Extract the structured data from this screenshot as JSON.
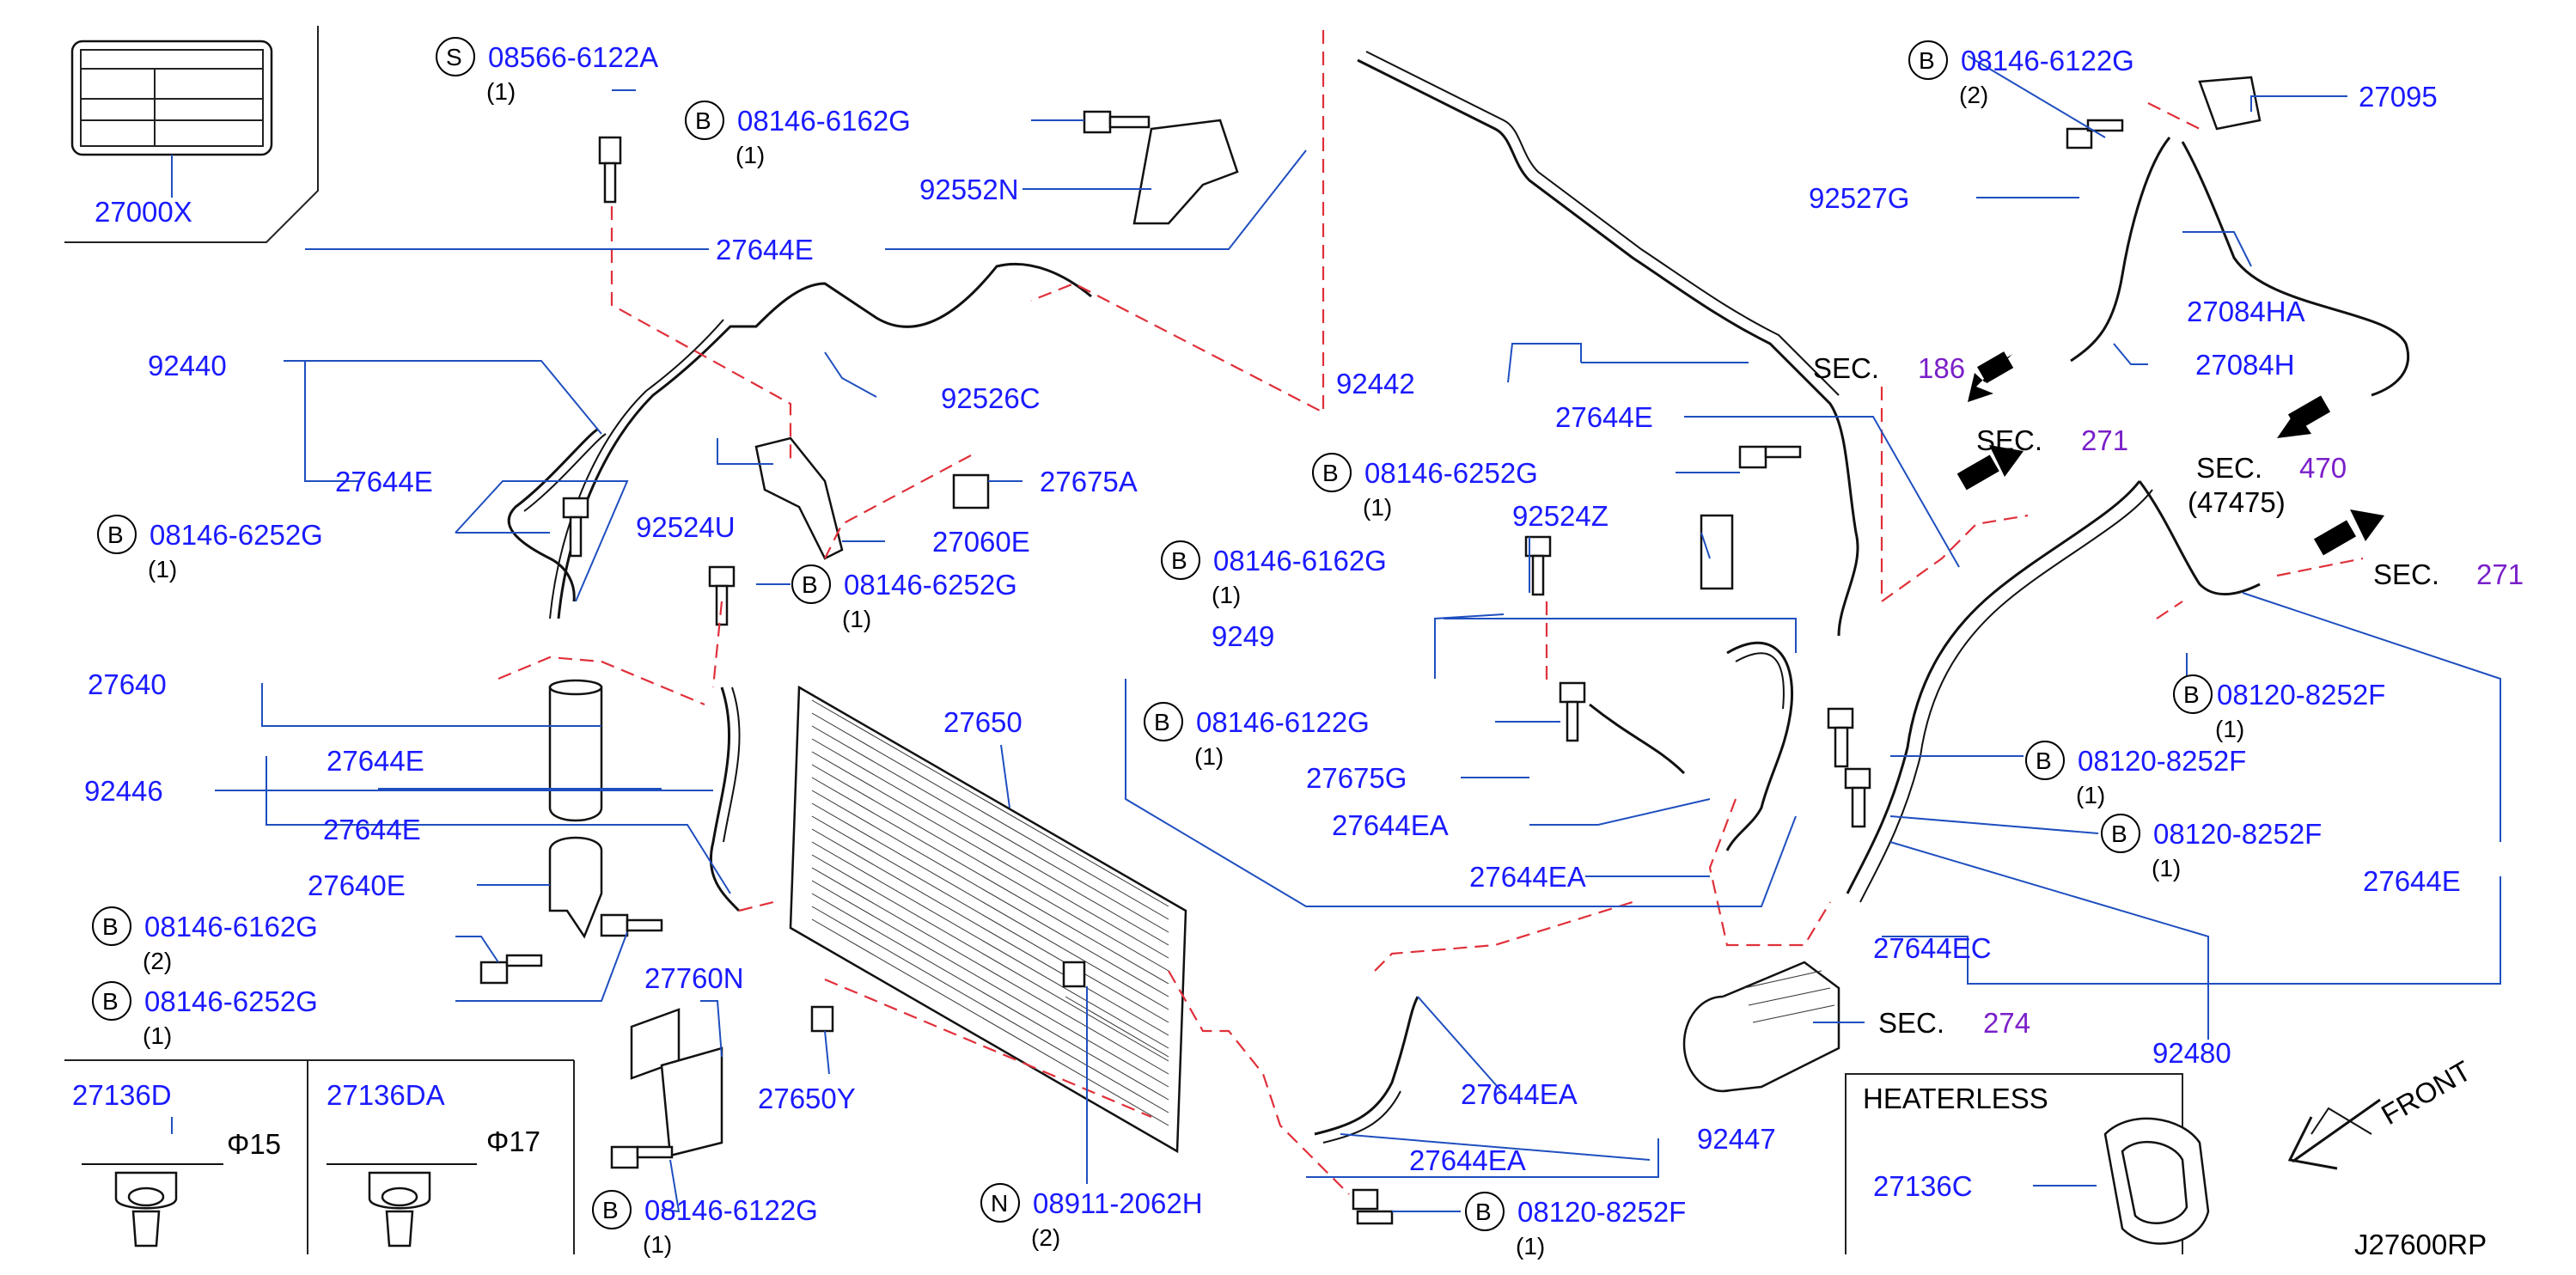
{
  "diagram_id": "J27600RP",
  "front_label": "FRONT",
  "heaterless_label": "HEATERLESS",
  "callouts": [
    {
      "id": "c-27000x",
      "part": "27000X"
    },
    {
      "id": "c-08566-6122a",
      "badge": "S",
      "part": "08566-6122A",
      "qty": "(1)"
    },
    {
      "id": "c-08146-6162g-top",
      "badge": "B",
      "part": "08146-6162G",
      "qty": "(1)"
    },
    {
      "id": "c-92552n",
      "part": "92552N"
    },
    {
      "id": "c-27644e-top",
      "part": "27644E"
    },
    {
      "id": "c-92440",
      "part": "92440"
    },
    {
      "id": "c-92526c",
      "part": "92526C"
    },
    {
      "id": "c-27644e-left",
      "part": "27644E"
    },
    {
      "id": "c-27675a",
      "part": "27675A"
    },
    {
      "id": "c-08146-6252g-left",
      "badge": "B",
      "part": "08146-6252G",
      "qty": "(1)"
    },
    {
      "id": "c-92524u",
      "part": "92524U"
    },
    {
      "id": "c-27060e",
      "part": "27060E"
    },
    {
      "id": "c-08146-6252g-mid",
      "badge": "B",
      "part": "08146-6252G",
      "qty": "(1)"
    },
    {
      "id": "c-27640",
      "part": "27640"
    },
    {
      "id": "c-27650",
      "part": "27650"
    },
    {
      "id": "c-27644e-92446a",
      "part": "27644E"
    },
    {
      "id": "c-92446",
      "part": "92446"
    },
    {
      "id": "c-27644e-92446b",
      "part": "27644E"
    },
    {
      "id": "c-27640e",
      "part": "27640E"
    },
    {
      "id": "c-08146-6162g-left",
      "badge": "B",
      "part": "08146-6162G",
      "qty": "(2)"
    },
    {
      "id": "c-08146-6252g-low",
      "badge": "B",
      "part": "08146-6252G",
      "qty": "(1)"
    },
    {
      "id": "c-27760n",
      "part": "27760N"
    },
    {
      "id": "c-27650y",
      "part": "27650Y"
    },
    {
      "id": "c-08146-6122g-bottom",
      "badge": "B",
      "part": "08146-6122G",
      "qty": "(1)"
    },
    {
      "id": "c-08911-2062h",
      "badge": "N",
      "part": "08911-2062H",
      "qty": "(2)"
    },
    {
      "id": "c-27136d",
      "part": "27136D",
      "dim": "Φ15"
    },
    {
      "id": "c-27136da",
      "part": "27136DA",
      "dim": "Φ17"
    },
    {
      "id": "c-92442",
      "part": "92442"
    },
    {
      "id": "c-27644e-mid",
      "part": "27644E"
    },
    {
      "id": "c-08146-6252g-right",
      "badge": "B",
      "part": "08146-6252G",
      "qty": "(1)"
    },
    {
      "id": "c-92524z",
      "part": "92524Z"
    },
    {
      "id": "c-08146-6162g-mid",
      "badge": "B",
      "part": "08146-6162G",
      "qty": "(1)"
    },
    {
      "id": "c-92490",
      "part": "9249"
    },
    {
      "id": "c-08146-6122g-mid",
      "badge": "B",
      "part": "08146-6122G",
      "qty": "(1)"
    },
    {
      "id": "c-27675g",
      "part": "27675G"
    },
    {
      "id": "c-27644ea-1",
      "part": "27644EA"
    },
    {
      "id": "c-27644ea-2",
      "part": "27644EA"
    },
    {
      "id": "c-27644ea-3",
      "part": "27644EA"
    },
    {
      "id": "c-27644ea-4",
      "part": "27644EA"
    },
    {
      "id": "c-92447",
      "part": "92447"
    },
    {
      "id": "c-08120-8252f-bottom",
      "badge": "B",
      "part": "08120-8252F",
      "qty": "(1)"
    },
    {
      "id": "c-08146-6122g-topright",
      "badge": "B",
      "part": "08146-6122G",
      "qty": "(2)"
    },
    {
      "id": "c-27095",
      "part": "27095"
    },
    {
      "id": "c-92527g",
      "part": "92527G"
    },
    {
      "id": "c-27084ha",
      "part": "27084HA"
    },
    {
      "id": "c-27084h",
      "part": "27084H"
    },
    {
      "id": "c-08120-8252f-r1",
      "badge": "B",
      "part": "08120-8252F",
      "qty": "(1)"
    },
    {
      "id": "c-08120-8252f-r2",
      "badge": "B",
      "part": "08120-8252F",
      "qty": "(1)"
    },
    {
      "id": "c-08120-8252f-r3",
      "badge": "B",
      "part": "08120-8252F",
      "qty": "(1)"
    },
    {
      "id": "c-27644e-right",
      "part": "27644E"
    },
    {
      "id": "c-27644ec",
      "part": "27644EC"
    },
    {
      "id": "c-92480",
      "part": "92480"
    },
    {
      "id": "c-27136c",
      "part": "27136C"
    }
  ],
  "sections": [
    {
      "id": "sec-186",
      "label": "SEC.",
      "ref": "186"
    },
    {
      "id": "sec-271a",
      "label": "SEC.",
      "ref": "271"
    },
    {
      "id": "sec-470",
      "label": "SEC.",
      "ref": "470",
      "sub": "(47475)"
    },
    {
      "id": "sec-271b",
      "label": "SEC.",
      "ref": "271"
    },
    {
      "id": "sec-274",
      "label": "SEC.",
      "ref": "274"
    }
  ]
}
